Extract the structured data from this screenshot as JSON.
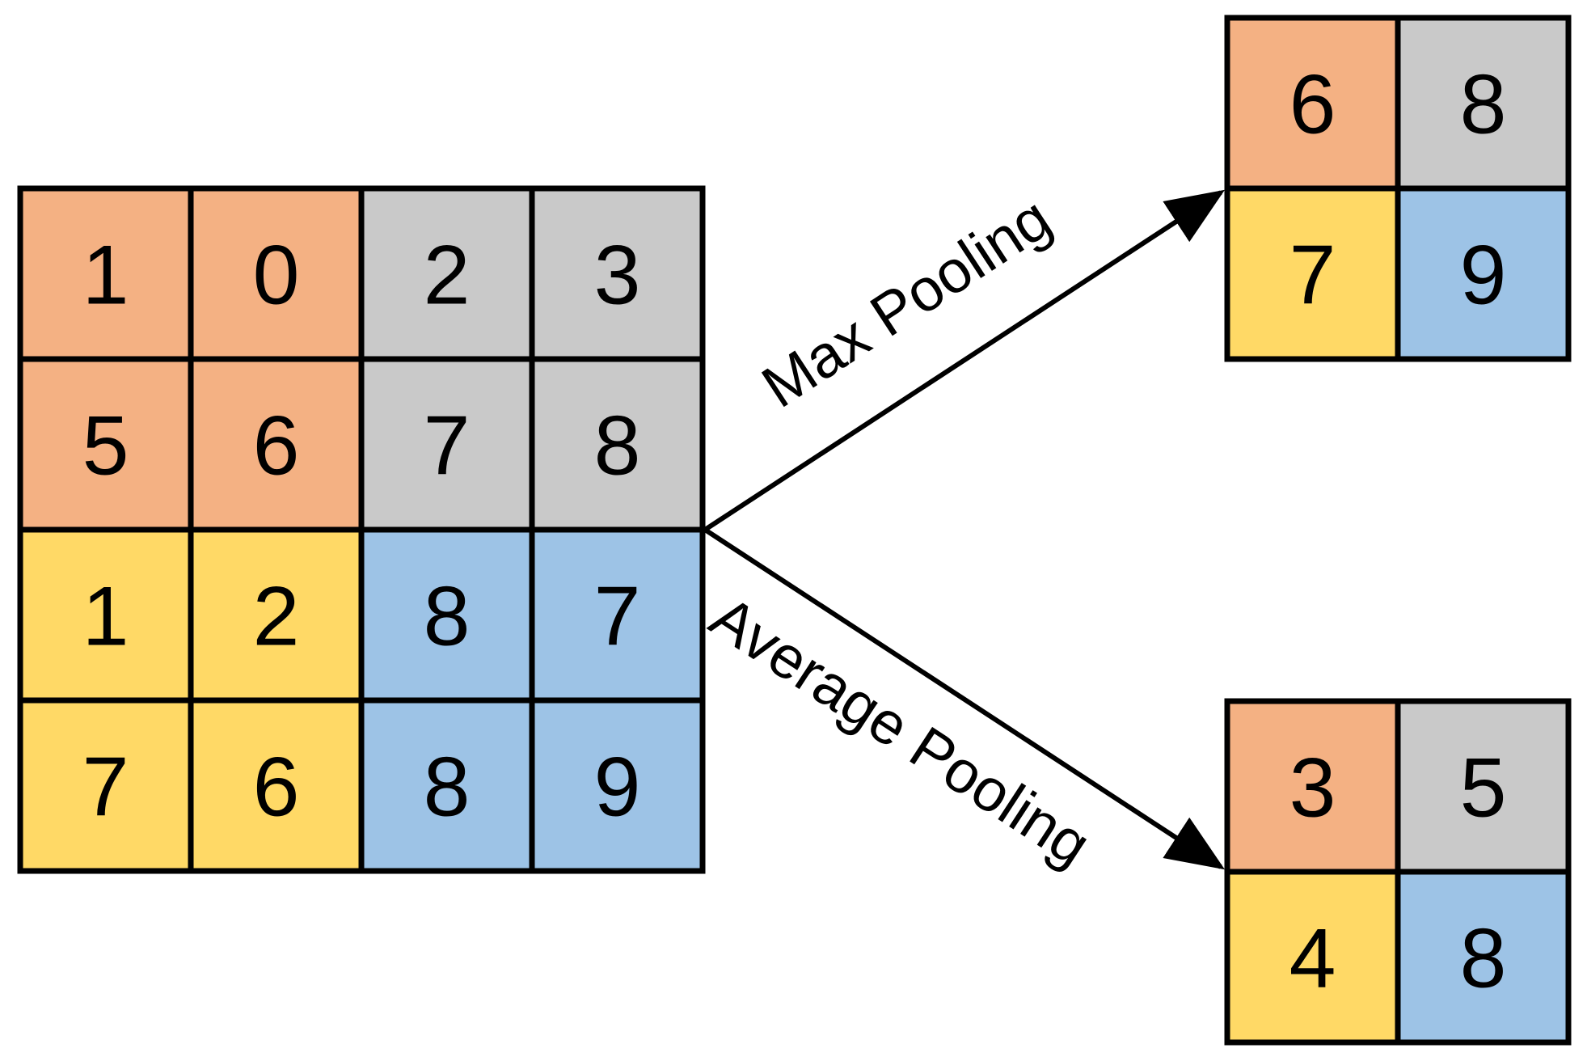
{
  "colors": {
    "orange": "#F4B183",
    "gray": "#C9C9C9",
    "yellow": "#FFD966",
    "blue": "#9DC3E6"
  },
  "input_grid": {
    "rows": [
      [
        {
          "value": "1",
          "color": "orange"
        },
        {
          "value": "0",
          "color": "orange"
        },
        {
          "value": "2",
          "color": "gray"
        },
        {
          "value": "3",
          "color": "gray"
        }
      ],
      [
        {
          "value": "5",
          "color": "orange"
        },
        {
          "value": "6",
          "color": "orange"
        },
        {
          "value": "7",
          "color": "gray"
        },
        {
          "value": "8",
          "color": "gray"
        }
      ],
      [
        {
          "value": "1",
          "color": "yellow"
        },
        {
          "value": "2",
          "color": "yellow"
        },
        {
          "value": "8",
          "color": "blue"
        },
        {
          "value": "7",
          "color": "blue"
        }
      ],
      [
        {
          "value": "7",
          "color": "yellow"
        },
        {
          "value": "6",
          "color": "yellow"
        },
        {
          "value": "8",
          "color": "blue"
        },
        {
          "value": "9",
          "color": "blue"
        }
      ]
    ]
  },
  "max_pooling": {
    "label": "Max Pooling",
    "rows": [
      [
        {
          "value": "6",
          "color": "orange"
        },
        {
          "value": "8",
          "color": "gray"
        }
      ],
      [
        {
          "value": "7",
          "color": "yellow"
        },
        {
          "value": "9",
          "color": "blue"
        }
      ]
    ]
  },
  "average_pooling": {
    "label": "Average Pooling",
    "rows": [
      [
        {
          "value": "3",
          "color": "orange"
        },
        {
          "value": "5",
          "color": "gray"
        }
      ],
      [
        {
          "value": "4",
          "color": "yellow"
        },
        {
          "value": "8",
          "color": "blue"
        }
      ]
    ]
  }
}
